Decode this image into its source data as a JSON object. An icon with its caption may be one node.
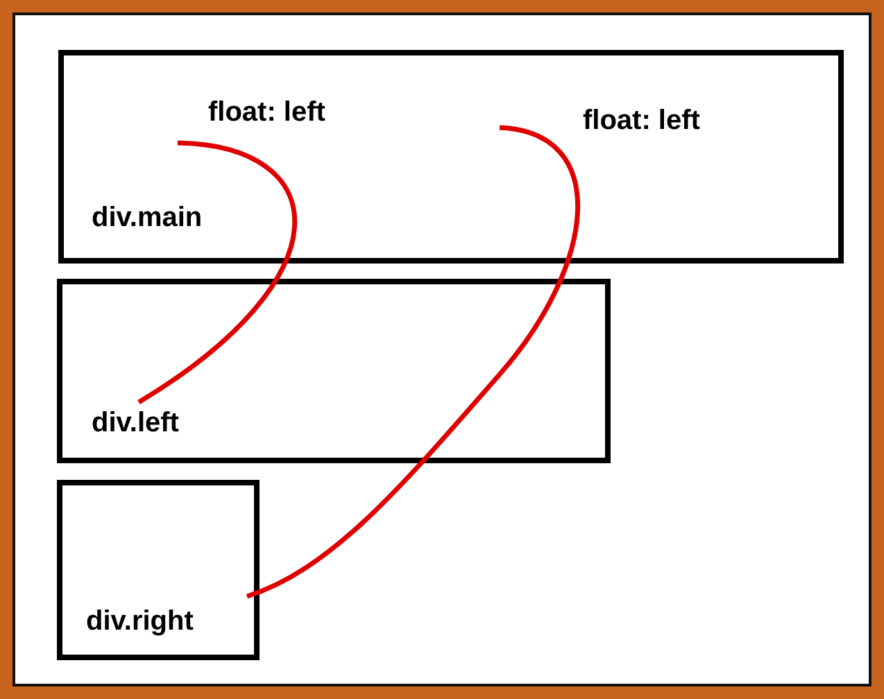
{
  "diagram": {
    "nodes": [
      {
        "text": [],
        "shape": "box"
      },
      {
        "text": [
          "float: left"
        ],
        "in": 0
      },
      {
        "text": [
          "float: left"
        ],
        "in": 0
      },
      {
        "text": [
          "div.main"
        ],
        "in": 0
      },
      {
        "text": [],
        "shape": "box"
      },
      {
        "text": [
          "div.left"
        ],
        "in": 4
      },
      {
        "text": [],
        "shape": "box"
      },
      {
        "text": [
          "div.right"
        ],
        "in": 6
      }
    ],
    "edges": [
      {
        "from": 1,
        "to": 5,
        "arrow": "none"
      },
      {
        "from": 2,
        "to": 7,
        "arrow": "none"
      }
    ]
  }
}
